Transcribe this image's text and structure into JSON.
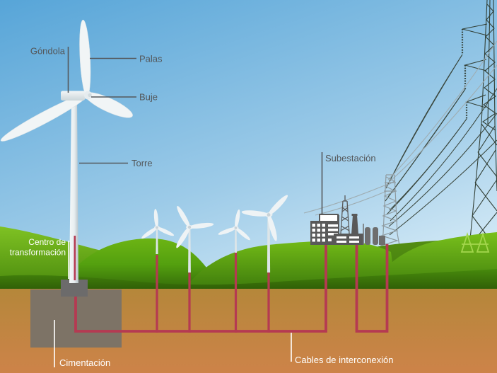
{
  "diagram": {
    "subject": "wind-farm-cross-section",
    "language": "es"
  },
  "labels": {
    "gondola": "Góndola",
    "palas": "Palas",
    "buje": "Buje",
    "torre": "Torre",
    "subestacion": "Subestación",
    "centro_line1": "Centro de",
    "centro_line2": "transformación",
    "cimentacion": "Cimentación",
    "cables_interconexion": "Cables de interconexión"
  },
  "colors": {
    "sky_top": "#57a5d8",
    "sky_horizon": "#dff0f9",
    "grass_bright": "#68b412",
    "grass_dark": "#2f5d07",
    "soil_top": "#b5873a",
    "soil_bottom": "#cd8349",
    "cable_red": "#b53a52",
    "foundation_gray": "#7d7366",
    "transformer_gray": "#6c6b6b",
    "substation_gray": "#595959",
    "label_dark": "#54575a",
    "label_white": "#ffffff",
    "pylon_dark": "#323f35",
    "pylon_light": "#8f9ba0"
  }
}
